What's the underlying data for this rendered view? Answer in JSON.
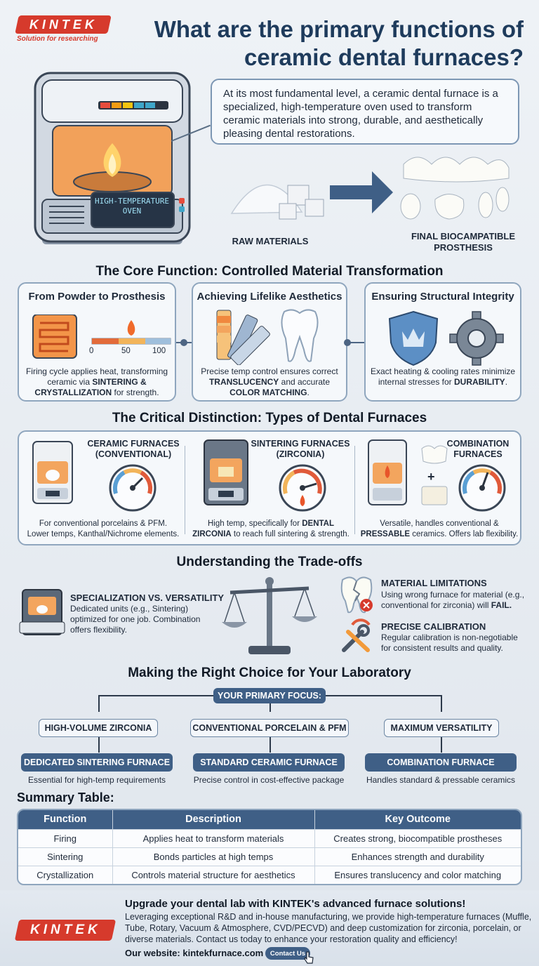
{
  "brand": {
    "name": "KINTEK",
    "tagline": "Solution for researching"
  },
  "title": "What are the primary functions of ceramic dental furnaces?",
  "intro": "At its most fundamental level, a ceramic dental furnace is a specialized, high-temperature oven used to transform ceramic materials into strong, durable, and aesthetically pleasing dental restorations.",
  "oven_screen": "HIGH-TEMPERATURE OVEN",
  "transform": {
    "raw": "RAW MATERIALS",
    "final": "FINAL BIOCAMPATIBLE PROSTHESIS"
  },
  "core": {
    "title": "The Core Function: Controlled Material Transformation",
    "scale": [
      "0",
      "50",
      "100"
    ],
    "cards": [
      {
        "title": "From Powder to Prosthesis",
        "text_a": "Firing cycle applies heat, transforming ceramic via ",
        "bold_a": "SINTERING &",
        "bold_b": "CRYSTALLIZATION",
        "text_b": " for strength."
      },
      {
        "title": "Achieving Lifelike Aesthetics",
        "text_a": "Precise temp control ensures correct ",
        "bold_a": "TRANSLUCENCY",
        "text_b": " and accurate ",
        "bold_b": "COLOR MATCHING",
        "text_c": "."
      },
      {
        "title": "Ensuring Structural Integrity",
        "text_a": "Exact heating & cooling rates minimize internal stresses for ",
        "bold_a": "DURABILITY",
        "text_b": "."
      }
    ]
  },
  "types": {
    "title": "The Critical Distinction: Types of Dental Furnaces",
    "items": [
      {
        "name_1": "CERAMIC FURNACES",
        "name_2": "(CONVENTIONAL)",
        "desc_a": "For conventional porcelains & PFM.",
        "desc_b": "Lower temps, Kanthal/Nichrome elements."
      },
      {
        "name_1": "SINTERING FURNACES",
        "name_2": "(ZIRCONIA)",
        "desc_a": "High temp, specifically for ",
        "desc_bold_1": "DENTAL",
        "desc_bold_2": "ZIRCONIA",
        "desc_b": " to reach full sintering & strength."
      },
      {
        "name_1": "COMBINATION",
        "name_2": "FURNACES",
        "desc_a": "Versatile, handles conventional &",
        "desc_bold": "PRESSABLE",
        "desc_b": " ceramics. Offers lab flexibility."
      }
    ],
    "plus": "+"
  },
  "tradeoffs": {
    "title": "Understanding the Trade-offs",
    "spec_title": "SPECIALIZATION VS. VERSATILITY",
    "spec_text": "Dedicated units (e.g., Sintering) optimized for one job. Combination offers flexibility.",
    "mat_title": "MATERIAL LIMITATIONS",
    "mat_text": "Using wrong furnace for material (e.g., conventional for zirconia) will ",
    "mat_bold": "FAIL.",
    "cal_title": "PRECISE CALIBRATION",
    "cal_text": "Regular calibration is non-negotiable for consistent results and quality."
  },
  "choice": {
    "title": "Making the Right Choice for Your Laboratory",
    "focus": "YOUR PRIMARY FOCUS:",
    "options": [
      {
        "focus": "HIGH-VOLUME ZIRCONIA",
        "result": "DEDICATED SINTERING FURNACE",
        "caption": "Essential for high-temp requirements"
      },
      {
        "focus": "CONVENTIONAL PORCELAIN & PFM",
        "result": "STANDARD CERAMIC FURNACE",
        "caption": "Precise control in cost-effective package"
      },
      {
        "focus": "MAXIMUM VERSATILITY",
        "result": "COMBINATION FURNACE",
        "caption": "Handles standard & pressable ceramics"
      }
    ]
  },
  "summary": {
    "title": "Summary Table:",
    "headers": [
      "Function",
      "Description",
      "Key Outcome"
    ],
    "rows": [
      [
        "Firing",
        "Applies heat to transform materials",
        "Creates strong, biocompatible prostheses"
      ],
      [
        "Sintering",
        "Bonds particles at high temps",
        "Enhances strength and durability"
      ],
      [
        "Crystallization",
        "Controls material structure for aesthetics",
        "Ensures translucency and color matching"
      ]
    ]
  },
  "footer": {
    "headline": "Upgrade your dental lab with KINTEK's advanced furnace solutions!",
    "text": "Leveraging exceptional R&D and in-house manufacturing, we provide high-temperature furnaces (Muffle, Tube, Rotary, Vacuum & Atmosphere, CVD/PECVD) and deep customization for zirconia, porcelain, or diverse materials. Contact us today to enhance your restoration quality and efficiency!",
    "website": "Our website: kintekfurnace.com",
    "contact": "Contact Us"
  },
  "colors": {
    "brand_red": "#d63a2c",
    "navy": "#1e3b5c",
    "accent_blue": "#3f5f86"
  }
}
